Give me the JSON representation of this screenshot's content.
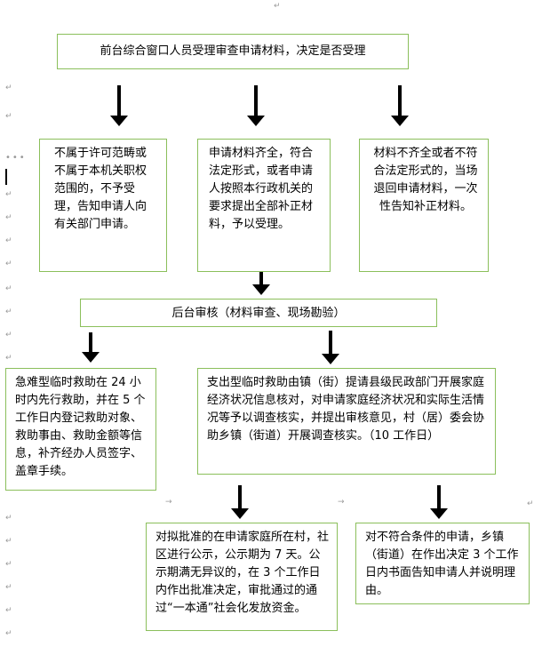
{
  "box_accept_review": "前台综合窗口人员受理审查申请材料，决定是否受理",
  "box_not_accept": "不属于许可范畴或不属于本机关职权范围的，不予受理，告知申请人向有关部门申请。",
  "box_accept": "申请材料齐全，符合法定形式，或者申请人按照本行政机关的要求提出全部补正材料，予以受理。",
  "box_incomplete": "材料不齐全或者不符合法定形式的，当场退回申请材料，一次性告知补正材料。",
  "box_backend_review": "后台审核（材料审查、现场勘验）",
  "box_emergency": "急难型临时救助在 24 小时内先行救助，并在 5 个工作日内登记救助对象、救助事由、救助金额等信息，补齐经办人员签字、盖章手续。",
  "box_expenditure": "支出型临时救助由镇（街）提请县级民政部门开展家庭经济状况信息核对，对申请家庭经济状况和实际生活情况等予以调查核实，并提出审核意见，村（居）委会协助乡镇（街道）开展调查核实。（10 工作日）",
  "box_approve": "对拟批准的在申请家庭所在村，社区进行公示，公示期为 7 天。公示期满无异议的，在 3 个工作日内作出批准决定，审批通过的通过“一本通”社会化发放资金。",
  "box_reject": "对不符合条件的申请，乡镇（街道）在作出决定 3 个工作日内书面告知申请人并说明理由。",
  "edit_marks": {
    "paragraph_mark": "↵",
    "tab_mark": "→",
    "dots": "•••",
    "dots_long": "••••••••"
  }
}
